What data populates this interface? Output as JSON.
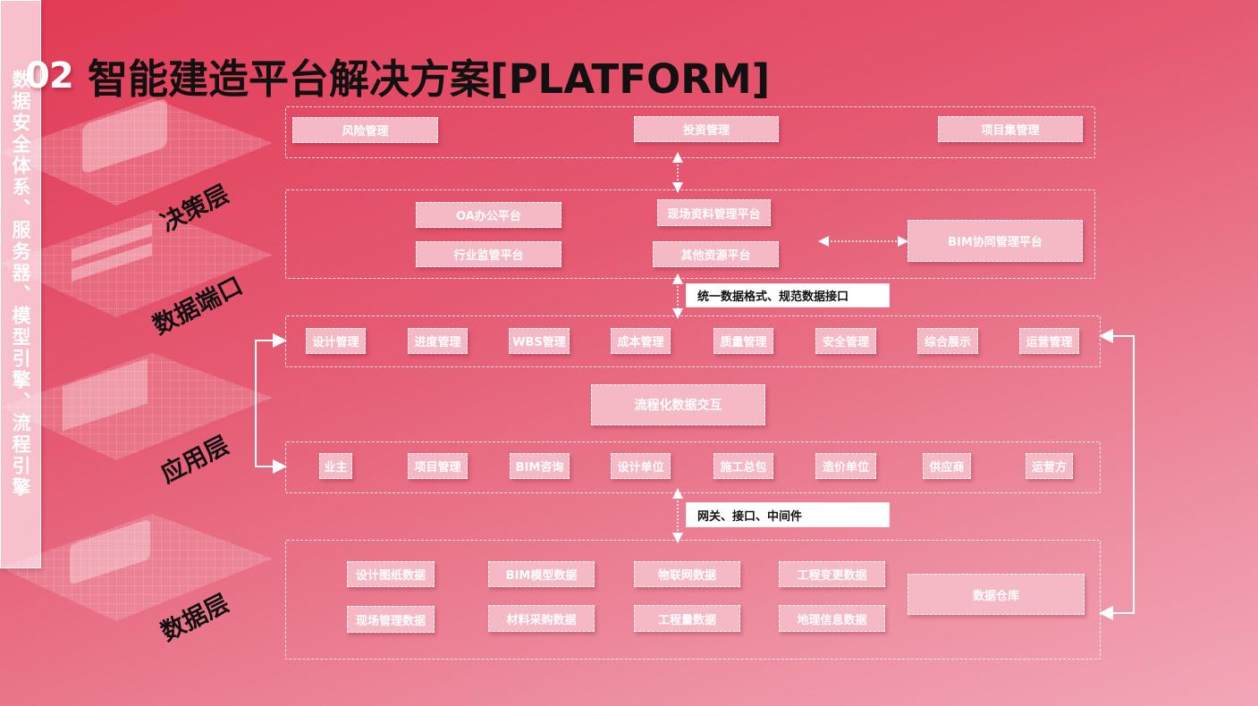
{
  "header": {
    "number": "02",
    "title": "智能建造平台解决方案[PLATFORM]"
  },
  "layers": [
    "决策层",
    "数据端口",
    "应用层",
    "数据层"
  ],
  "decision": [
    "风险管理",
    "投资管理",
    "项目集管理"
  ],
  "port": {
    "items": [
      "OA办公平台",
      "现场资料管理平台",
      "行业监管平台",
      "其他资源平台"
    ],
    "bim": "BIM协同管理平台"
  },
  "interface_label": "统一数据格式、规范数据接口",
  "apps": [
    "设计管理",
    "进度管理",
    "WBS管理",
    "成本管理",
    "质量管理",
    "安全管理",
    "综合展示",
    "运营管理"
  ],
  "flow": "流程化数据交互",
  "parties": [
    "业主",
    "项目管理",
    "BIM咨询",
    "设计单位",
    "施工总包",
    "造价单位",
    "供应商",
    "运营方"
  ],
  "gateway_label": "网关、接口、中间件",
  "data": {
    "items": [
      "设计图纸数据",
      "BIM模型数据",
      "物联网数据",
      "工程变更数据",
      "现场管理数据",
      "材料采购数据",
      "工程量数据",
      "地理信息数据"
    ],
    "warehouse": "数据仓库"
  },
  "sidebar": "数据安全体系、服务器、模型引擎、流程引擎",
  "icons": [
    "briefcase-icon",
    "server-icon",
    "monitor-icon",
    "hardhat-icon"
  ]
}
